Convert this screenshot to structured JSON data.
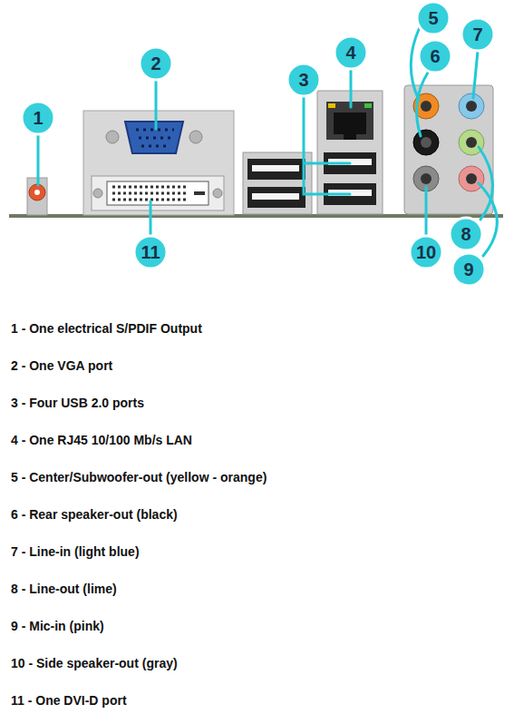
{
  "diagram": {
    "nodes": [
      {
        "text": [
          "1"
        ]
      },
      {
        "text": [
          "2"
        ]
      },
      {
        "text": [
          "3"
        ]
      },
      {
        "text": [
          "4"
        ]
      },
      {
        "text": [
          "5"
        ]
      },
      {
        "text": [
          "6"
        ]
      },
      {
        "text": [
          "7"
        ]
      },
      {
        "text": [
          "8"
        ]
      },
      {
        "text": [
          "9"
        ]
      },
      {
        "text": [
          "10"
        ]
      },
      {
        "text": [
          "11"
        ]
      }
    ],
    "labels": [
      "1 - One electrical S/PDIF Output",
      "2 - One VGA port",
      "3 - Four USB 2.0 ports",
      "4 - One RJ45 10/100 Mb/s LAN",
      "5 - Center/Subwoofer-out (yellow - orange)",
      "6 - Rear speaker-out (black)",
      "7 - Line-in (light blue)",
      "8 - Line-out (lime)",
      "9 - Mic-in (pink)",
      "10 - Side speaker-out (gray)",
      "11 - One DVI-D port"
    ]
  }
}
